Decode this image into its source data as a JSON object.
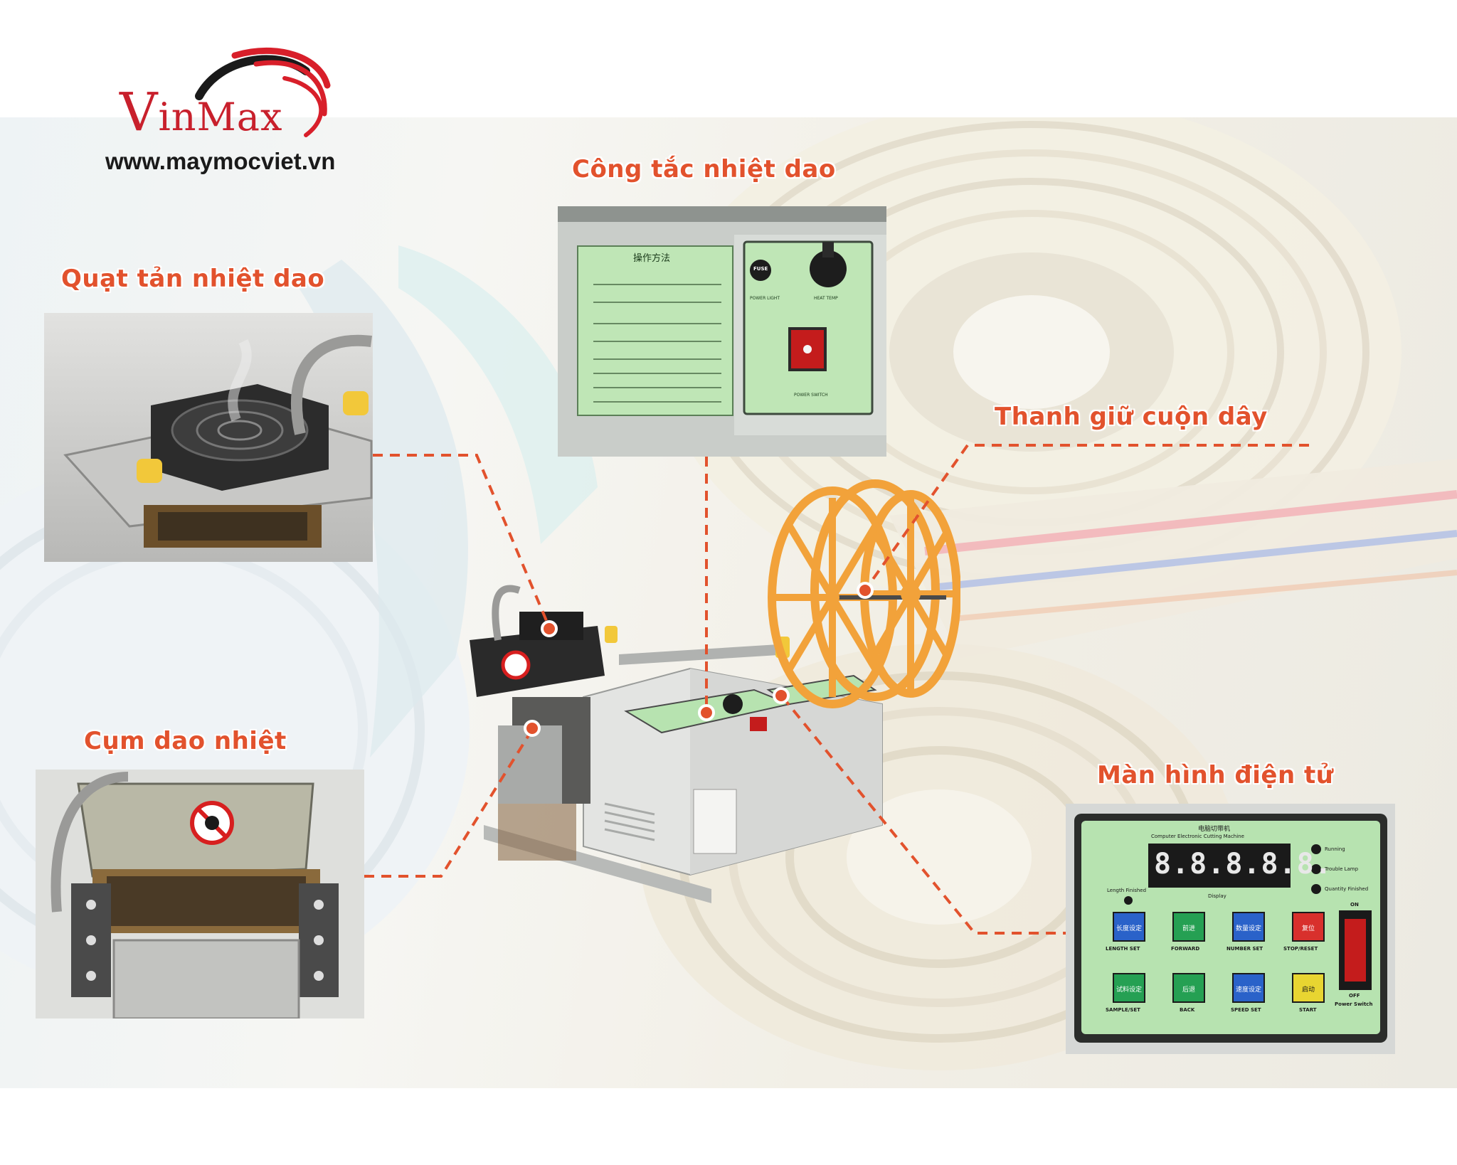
{
  "brand": {
    "logo_text_initial": "V",
    "logo_text_rest": "inMax",
    "website": "www.maymocviet.vn"
  },
  "labels": {
    "heat_switch": "Công tắc nhiệt dao",
    "cooling_fan": "Quạt tản nhiệt dao",
    "reel_holder": "Thanh giữ cuộn dây",
    "hot_knife": "Cụm dao nhiệt",
    "electronic_screen": "Màn hình điện tử"
  },
  "display_panel": {
    "title_cn": "电脑切带机",
    "subtitle": "Computer Electronic Cutting Machine",
    "readout": "8.8.8.8.8.",
    "lamp_running": "Running",
    "lamp_trouble": "Trouble Lamp",
    "lamp_quantity": "Quantity Finished",
    "length_finished": "Length Finished",
    "display_label": "Display",
    "buttons": [
      {
        "cn": "长度设定",
        "en": "LENGTH SET",
        "color": "#2a62c9"
      },
      {
        "cn": "前进",
        "en": "FORWARD",
        "color": "#25a053"
      },
      {
        "cn": "数量设定",
        "en": "NUMBER SET",
        "color": "#2a62c9"
      },
      {
        "cn": "复位",
        "en": "STOP/RESET",
        "color": "#d8302c"
      },
      {
        "cn": "试料设定",
        "en": "SAMPLE/SET",
        "color": "#25a053"
      },
      {
        "cn": "后退",
        "en": "BACK",
        "color": "#25a053"
      },
      {
        "cn": "速度设定",
        "en": "SPEED SET",
        "color": "#2a62c9"
      },
      {
        "cn": "启动",
        "en": "START",
        "color": "#e8d531"
      }
    ],
    "power_on": "ON",
    "power_off": "OFF",
    "power_switch": "Power Switch"
  },
  "switch_panel": {
    "instructions_title": "操作方法",
    "fuse": "FUSE",
    "power_light": "POWER LIGHT",
    "heat_temp": "HEAT TEMP",
    "power_switch": "POWER SWITCH"
  },
  "colors": {
    "accent": "#e2522d",
    "brand_red": "#c8202c",
    "reel_orange": "#f2a23a",
    "panel_green": "#b7e3b0"
  }
}
